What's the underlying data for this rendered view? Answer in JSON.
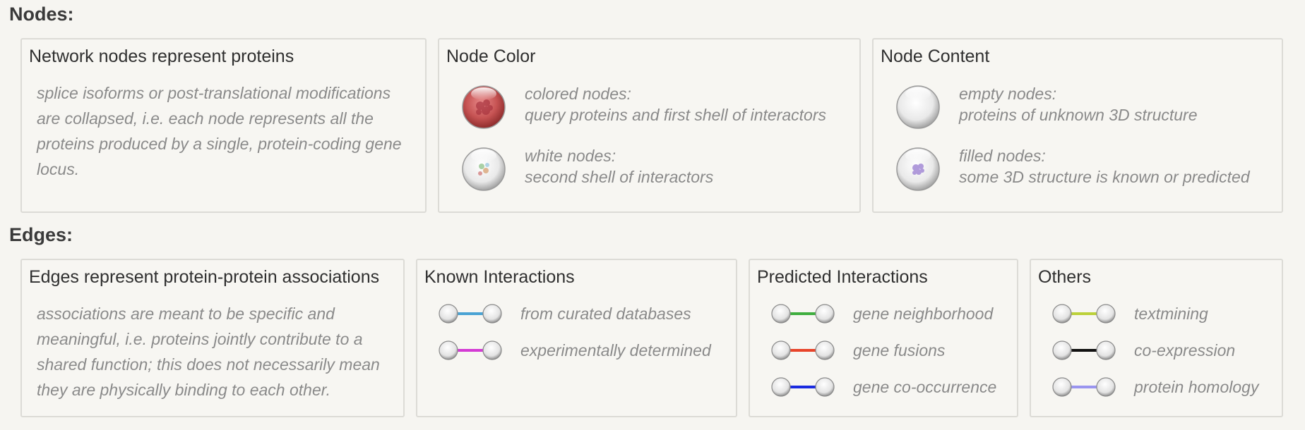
{
  "nodes_section": {
    "title": "Nodes:",
    "network": {
      "title": "Network nodes represent proteins",
      "lines": [
        "splice isoforms or post-translational modifications",
        "are collapsed, i.e. each node represents all the",
        "proteins produced by a single, protein-coding gene",
        "locus."
      ]
    },
    "color": {
      "title": "Node Color",
      "items": [
        {
          "label": "colored nodes:",
          "desc": "query proteins and first shell of interactors",
          "icon": "colored-node-icon"
        },
        {
          "label": "white nodes:",
          "desc": "second shell of interactors",
          "icon": "white-node-icon"
        }
      ]
    },
    "content": {
      "title": "Node Content",
      "items": [
        {
          "label": "empty nodes:",
          "desc": "proteins of unknown 3D structure",
          "icon": "empty-node-icon"
        },
        {
          "label": "filled nodes:",
          "desc": "some 3D structure is known or predicted",
          "icon": "filled-node-icon"
        }
      ]
    }
  },
  "edges_section": {
    "title": "Edges:",
    "represent": {
      "title": "Edges represent protein-protein associations",
      "lines": [
        "associations are meant to be specific and",
        "meaningful, i.e. proteins jointly contribute to a",
        "shared function; this does not necessarily mean",
        "they are physically binding to each other."
      ]
    },
    "known": {
      "title": "Known Interactions",
      "items": [
        {
          "label": "from curated databases",
          "color": "#4aa3d4"
        },
        {
          "label": "experimentally determined",
          "color": "#d43bd4"
        }
      ]
    },
    "predicted": {
      "title": "Predicted Interactions",
      "items": [
        {
          "label": "gene neighborhood",
          "color": "#3fae3f"
        },
        {
          "label": "gene fusions",
          "color": "#e8442a"
        },
        {
          "label": "gene co-occurrence",
          "color": "#1a2be0"
        }
      ]
    },
    "others": {
      "title": "Others",
      "items": [
        {
          "label": "textmining",
          "color": "#bcd13a"
        },
        {
          "label": "co-expression",
          "color": "#111111"
        },
        {
          "label": "protein homology",
          "color": "#9a95ef"
        }
      ]
    }
  }
}
